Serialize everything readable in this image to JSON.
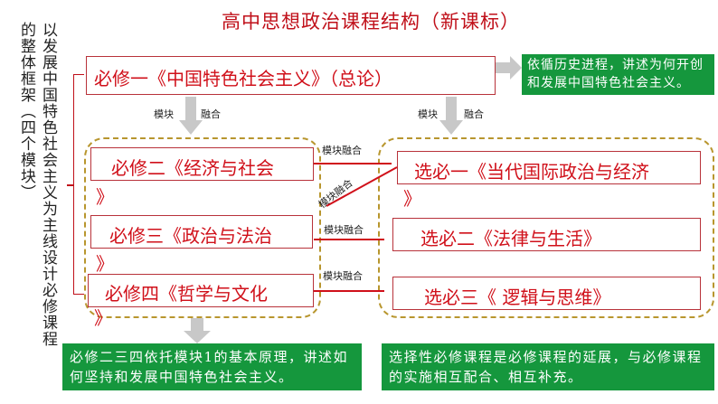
{
  "title": "高中思想政治课程结构（新课标）",
  "side_text": {
    "col1": "以发展中国特色社会主义为主线设计必修课程",
    "col2": "的整体框架（四个模块）"
  },
  "required": [
    {
      "label": "必修一《中国特色社会主义》（总论）"
    },
    {
      "label": "必修二《经济与社会",
      "close": "》"
    },
    {
      "label": "必修三《政治与法治",
      "close": "》"
    },
    {
      "label": "必修四《哲学与文化",
      "close": "》"
    }
  ],
  "elective": [
    {
      "label": "选必一《当代国际政治与经济",
      "close": "》"
    },
    {
      "label": "选必二《法律与生活》"
    },
    {
      "label": "选必三《 逻辑与思维》"
    }
  ],
  "arrow_labels": {
    "left_a": "模块",
    "left_b": "融合",
    "right_a": "模块",
    "right_b": "融合"
  },
  "connector_label": "模块融合",
  "notes": {
    "top": "依循历史进程，讲述为何开创和发展中国特色社会主义。",
    "bottom_left": "必修二三四依托模块1的基本原理，讲述如何坚持和发展中国特色社会主义。",
    "bottom_right": "选择性必修课程是必修课程的延展，与必修课程的实施相互配合、相互补充。"
  },
  "colors": {
    "accent": "#d0101a",
    "green": "#15973d",
    "dash": "#b8962e"
  }
}
